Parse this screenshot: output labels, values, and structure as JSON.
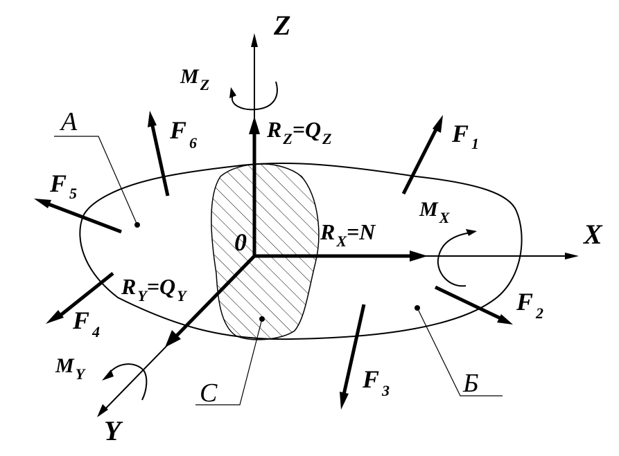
{
  "axes": {
    "x": "X",
    "y": "Y",
    "z": "Z",
    "origin": "0"
  },
  "points": {
    "a": "А",
    "b": "Б",
    "c": "С"
  },
  "forces": {
    "f1": {
      "main": "F",
      "sub": "1"
    },
    "f2": {
      "main": "F",
      "sub": "2"
    },
    "f3": {
      "main": "F",
      "sub": "3"
    },
    "f4": {
      "main": "F",
      "sub": "4"
    },
    "f5": {
      "main": "F",
      "sub": "5"
    },
    "f6": {
      "main": "F",
      "sub": "6"
    }
  },
  "moments": {
    "mx": {
      "main": "M",
      "sub": "X"
    },
    "my": {
      "main": "M",
      "sub": "Y"
    },
    "mz": {
      "main": "M",
      "sub": "Z"
    }
  },
  "resultants": {
    "rx": {
      "main": "R",
      "sub": "X",
      "eq": "=N"
    },
    "ry": {
      "main": "R",
      "sub": "Y",
      "eq": "=Q",
      "eq_sub": "Y"
    },
    "rz": {
      "main": "R",
      "sub": "Z",
      "eq": "=Q",
      "eq_sub": "Z"
    }
  }
}
